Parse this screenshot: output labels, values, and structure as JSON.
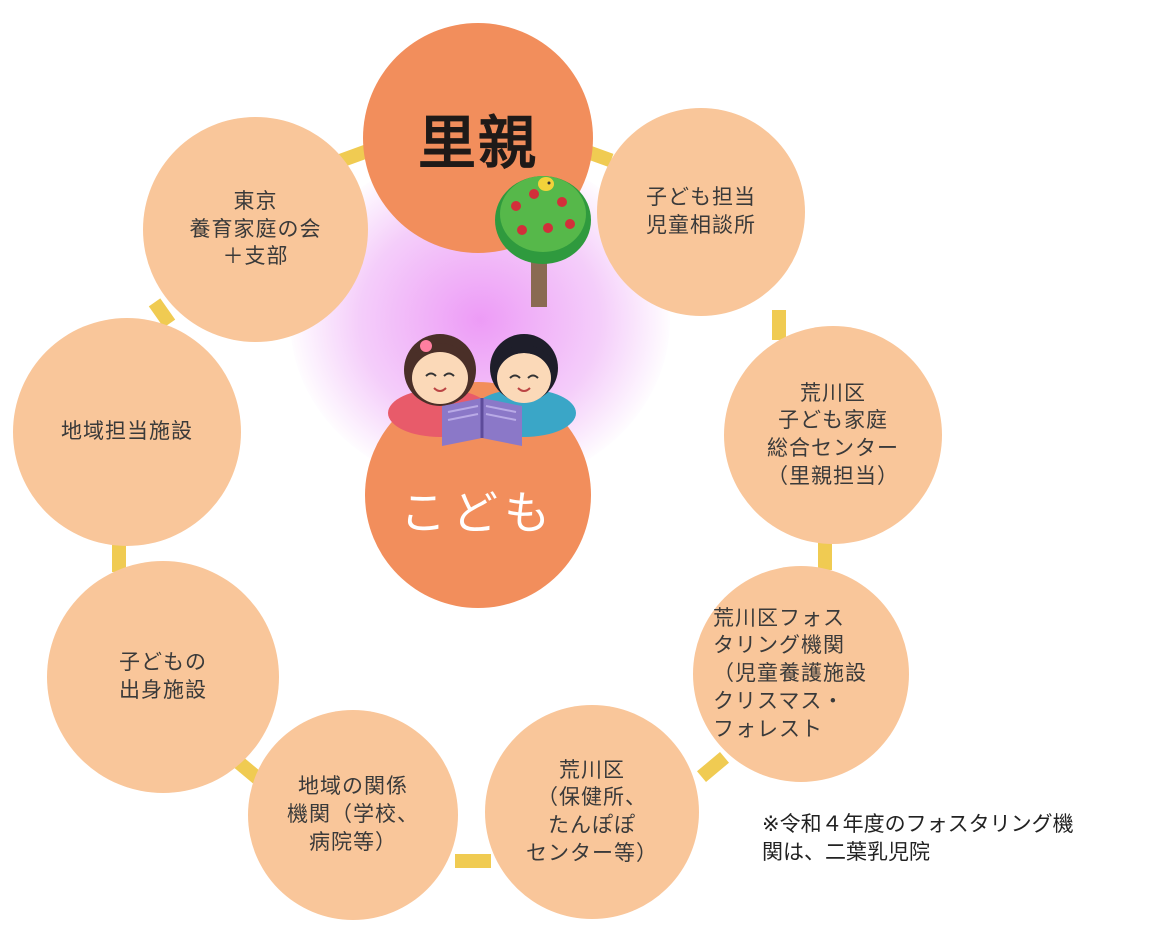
{
  "center": {
    "top": "里親",
    "bottom": "こども"
  },
  "nodes": {
    "jidou": "子ども担当\n児童相談所",
    "arakawa_center": "荒川区\n子ども家庭\n総合センター\n（里親担当）",
    "fostering": "荒川区フォス\nタリング機関\n（児童養護施設\nクリスマス・\nフォレスト",
    "hokenjo": "荒川区\n（保健所、\nたんぽぽ\nセンター等）",
    "kankei": "地域の関係\n機関（学校、\n病院等）",
    "shusshin": "子どもの\n出身施設",
    "chiiki": "地域担当施設",
    "tokyo": "東京\n養育家庭の会\n＋支部"
  },
  "note": "※令和４年度のフォスタリング機\n関は、二葉乳児院",
  "colors": {
    "node": "#f9c69a",
    "center": "#f28e5c",
    "connector": "#f0cb52",
    "glow": "#ec96f6"
  },
  "icons": [
    "apple-tree-icon",
    "children-reading-illustration"
  ]
}
